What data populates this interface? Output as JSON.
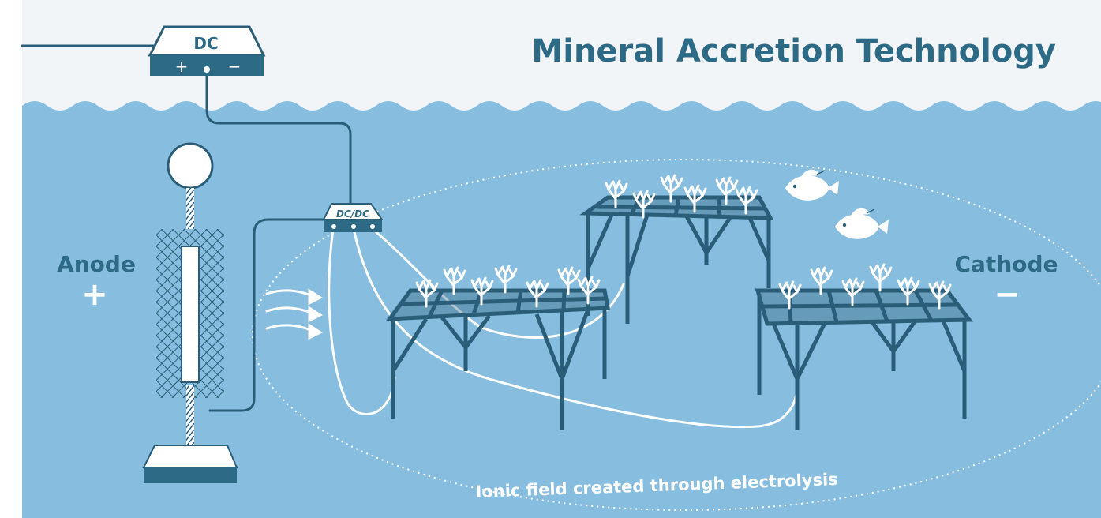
{
  "title": "Mineral Accretion Technology",
  "power_supply": {
    "label": "DC",
    "plus": "+",
    "minus": "−"
  },
  "converter": {
    "label": "DC/DC"
  },
  "anode": {
    "label": "Anode",
    "sign": "+"
  },
  "cathode": {
    "label": "Cathode",
    "sign": "−"
  },
  "field_caption": "Ionic field created through electrolysis",
  "colors": {
    "sky": "#f2f5f7",
    "water": "#87bddf",
    "dark": "#2d6a86",
    "structure": "#2a5e78",
    "wire": "#ffffff",
    "coral": "#ffffff"
  },
  "icons": [
    "dc-power-supply-icon",
    "dc-converter-icon",
    "anode-buoy-icon",
    "anode-mesh-icon",
    "anode-base-icon",
    "coral-frame-icon",
    "coral-icon",
    "fish-icon",
    "current-arrow-icon"
  ]
}
